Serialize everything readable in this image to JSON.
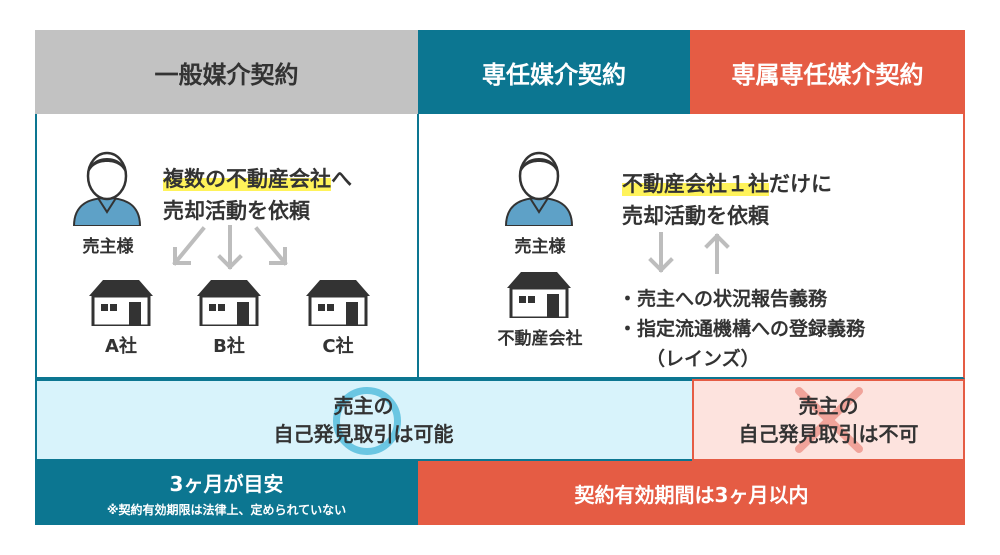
{
  "headers": {
    "general": "一般媒介契約",
    "exclusive": "専任媒介契約",
    "exclusive_dedicated": "専属専任媒介契約"
  },
  "left_panel": {
    "seller_label": "売主様",
    "highlight_text": "複数の不動産会社",
    "line1_tail": "へ",
    "line2": "売却活動を依頼",
    "companies": [
      "A社",
      "B社",
      "C社"
    ]
  },
  "right_panel": {
    "seller_label": "売主様",
    "agency_label": "不動産会社",
    "highlight_text": "不動産会社１社",
    "line1_tail": "だけに",
    "line2": "売却活動を依頼",
    "duties": [
      "・売主への状況報告義務",
      "・指定流通機構への登録義務"
    ],
    "duty_note": "（レインズ）"
  },
  "middle_row": {
    "left_line1": "売主の",
    "left_line2": "自己発見取引は可能",
    "right_line1": "売主の",
    "right_line2": "自己発見取引は不可"
  },
  "bottom_row": {
    "left_title": "3ヶ月が目安",
    "left_note": "※契約有効期限は法律上、定められていない",
    "right_title": "契約有効期間は3ヶ月以内"
  },
  "colors": {
    "gray": "#c2c2c2",
    "teal": "#0c7691",
    "orange": "#e55c44",
    "light_blue": "#d8f3fb",
    "light_pink": "#fde3de",
    "highlight": "#fff35a"
  }
}
